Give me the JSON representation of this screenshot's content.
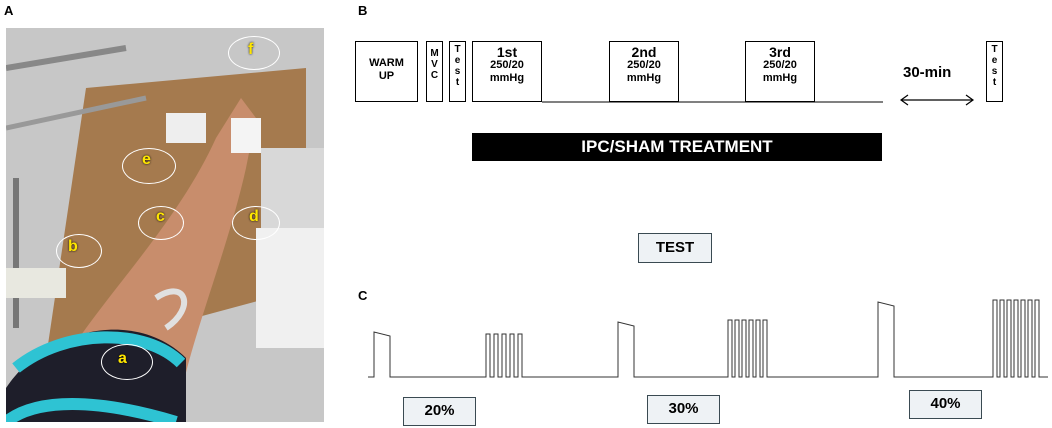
{
  "panel_a": {
    "letter": "A",
    "markers": [
      "a",
      "b",
      "c",
      "d",
      "e",
      "f"
    ]
  },
  "panel_b": {
    "letter": "B",
    "warm_up": [
      "WARM",
      "UP"
    ],
    "mvc_letters": [
      "M",
      "V",
      "C"
    ],
    "test_letters": [
      "T",
      "e",
      "s",
      "t"
    ],
    "inflations": [
      {
        "ord": "1st",
        "pressure": "250/20",
        "unit": "mmHg"
      },
      {
        "ord": "2nd",
        "pressure": "250/20",
        "unit": "mmHg"
      },
      {
        "ord": "3rd",
        "pressure": "250/20",
        "unit": "mmHg"
      }
    ],
    "wait": "30-min",
    "treatment_bar": "IPC/SHAM TREATMENT"
  },
  "test_label": "TEST",
  "panel_c": {
    "letter": "C",
    "intensities": [
      "20%",
      "30%",
      "40%"
    ]
  }
}
